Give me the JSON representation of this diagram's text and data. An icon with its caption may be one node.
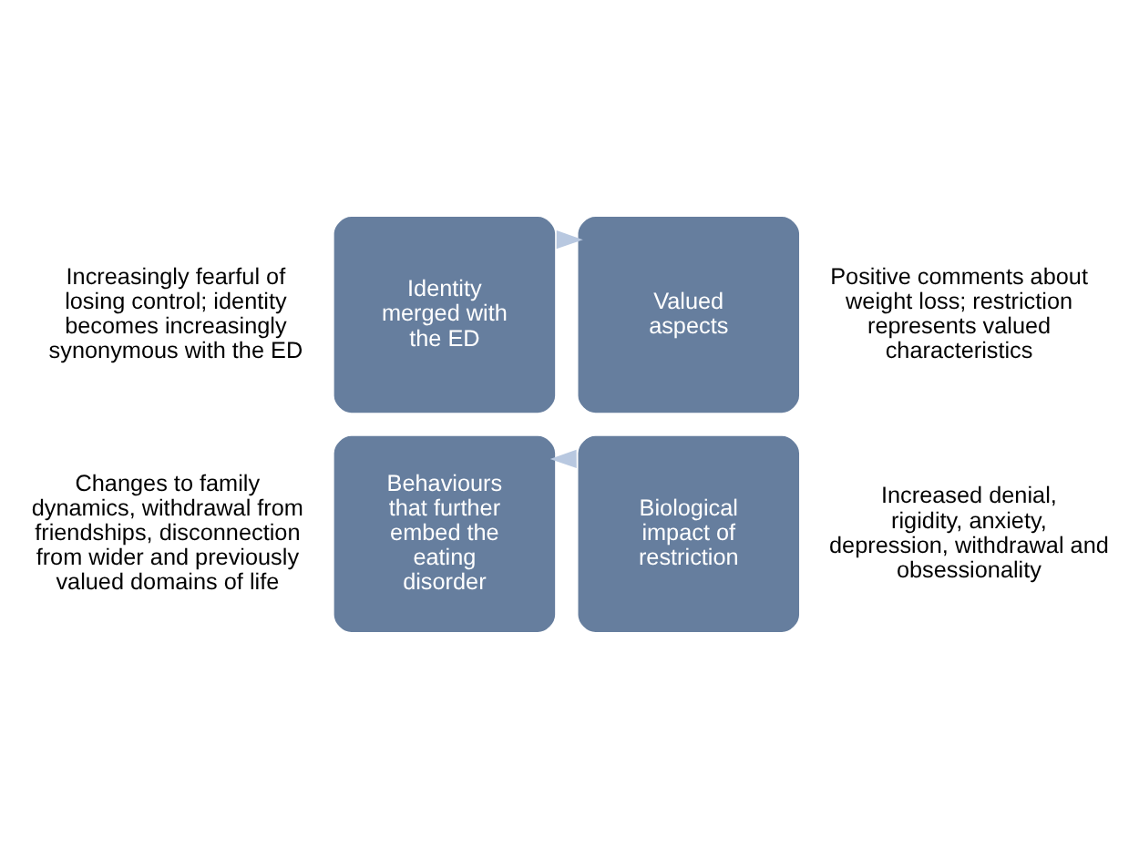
{
  "diagram": {
    "nodes": [
      {
        "text": [
          "Identity merged with the ED"
        ],
        "beside": [
          "Increasingly fearful of losing control; identity becomes increasingly synonymous with the ED"
        ]
      },
      {
        "text": [
          "Valued aspects"
        ],
        "beside": [
          "Positive comments about weight loss; restriction represents valued characteristics"
        ]
      },
      {
        "text": [
          "Behaviours that further embed the eating disorder"
        ],
        "beside": [
          "Changes to family dynamics, withdrawal from friendships, disconnection from wider and previously valued domains of life"
        ]
      },
      {
        "text": [
          "Biological impact of restriction"
        ],
        "beside": [
          "Increased denial, rigidity, anxiety, depression, withdrawal and obsessionality"
        ]
      }
    ],
    "edges": [
      {
        "from": 0,
        "to": 1,
        "arrow": "to"
      },
      {
        "from": 3,
        "to": 2,
        "arrow": "to"
      }
    ]
  }
}
